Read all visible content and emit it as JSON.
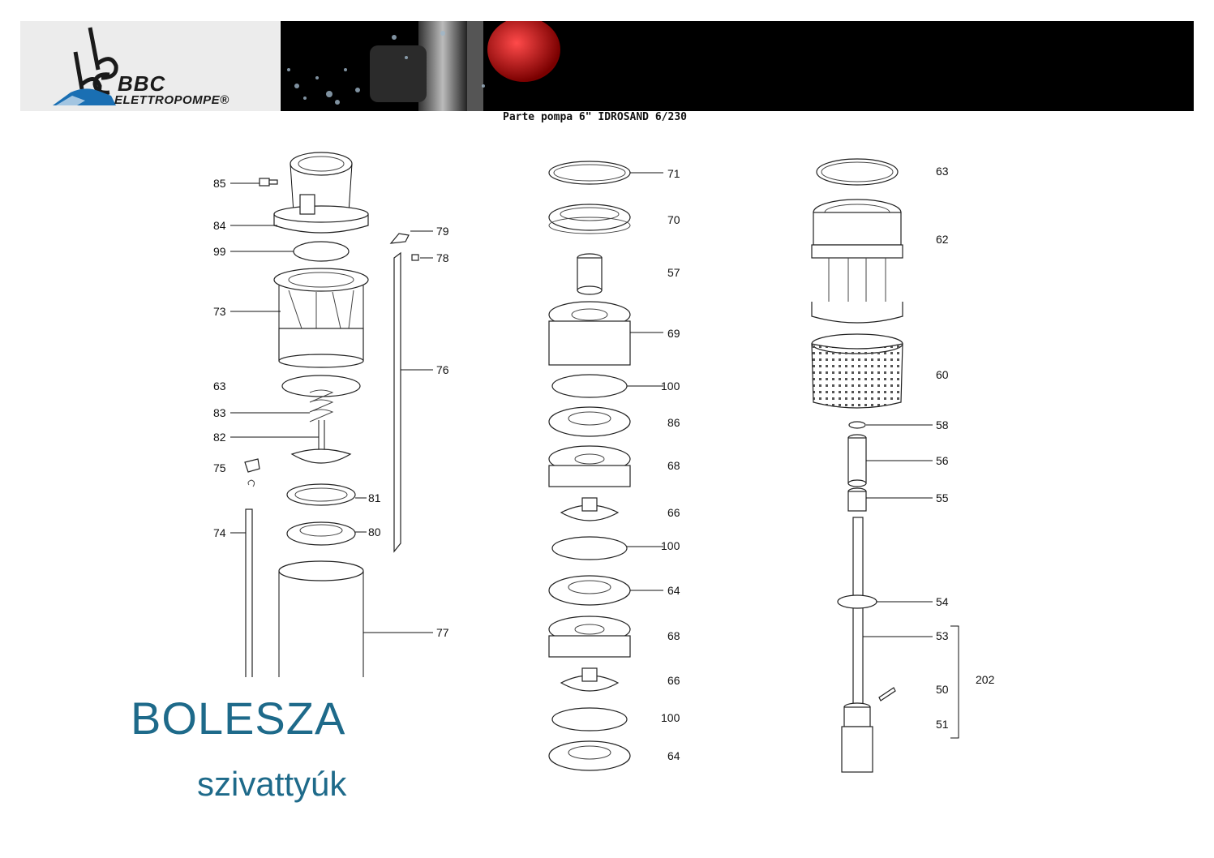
{
  "header": {
    "brand_line1": "BBC",
    "brand_line2": "ELETTROPOMPE®",
    "colors": {
      "brand_blue": "#1a6fb3",
      "banner_bg": "#000000",
      "logo_bg": "#ececec"
    }
  },
  "document": {
    "title": "Parte pompa 6\" IDROSAND 6/230"
  },
  "labels": {
    "p85": "85",
    "p84": "84",
    "p99": "99",
    "p73": "73",
    "p63a": "63",
    "p83": "83",
    "p82": "82",
    "p75": "75",
    "p74": "74",
    "p79": "79",
    "p78": "78",
    "p76": "76",
    "p81": "81",
    "p80": "80",
    "p77": "77",
    "p71": "71",
    "p70": "70",
    "p57": "57",
    "p69": "69",
    "p100a": "100",
    "p86": "86",
    "p68a": "68",
    "p66a": "66",
    "p100b": "100",
    "p64a": "64",
    "p68b": "68",
    "p66b": "66",
    "p100c": "100",
    "p64b": "64",
    "p63b": "63",
    "p62": "62",
    "p60": "60",
    "p58": "58",
    "p56": "56",
    "p55": "55",
    "p54": "54",
    "p53": "53",
    "p202": "202",
    "p50": "50",
    "p51": "51"
  },
  "stamp": {
    "name": "BOLESZA",
    "subtitle": "szivattyúk",
    "color": "#1e6a8a"
  }
}
